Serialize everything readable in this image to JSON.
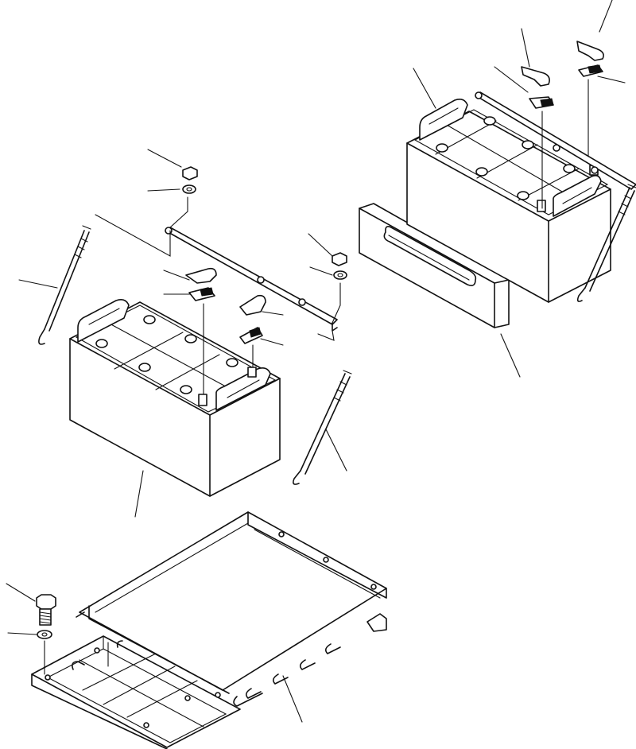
{
  "figure": {
    "background": "#ffffff",
    "ink": "#111111",
    "components": [
      "battery-rear",
      "battery-front",
      "battery-hold-down-bar",
      "battery-j-bolt",
      "terminal-cap",
      "terminal-clamp",
      "nut",
      "washer",
      "battery-insulator-pad",
      "battery-tray-bracket",
      "mounting-bolt",
      "mounting-washer"
    ]
  }
}
